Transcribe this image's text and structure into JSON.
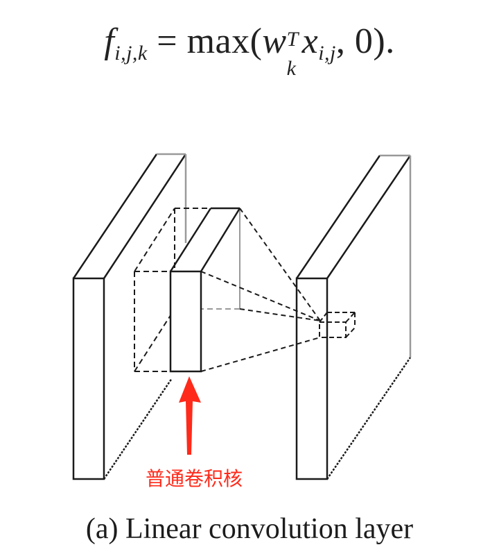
{
  "formula": {
    "lhs_symbol": "f",
    "lhs_subscript": "i,j,k",
    "equals": "=",
    "func": "max(",
    "w_symbol": "w",
    "w_superscript": "T",
    "w_subscript": "k",
    "x_symbol": "x",
    "x_subscript": "i,j",
    "rest": ", 0)."
  },
  "diagram": {
    "annotation_label": "普通卷积核",
    "annotation_color": "#ff2a1a",
    "line_color": "#1a1a1a"
  },
  "caption": "(a) Linear convolution layer"
}
